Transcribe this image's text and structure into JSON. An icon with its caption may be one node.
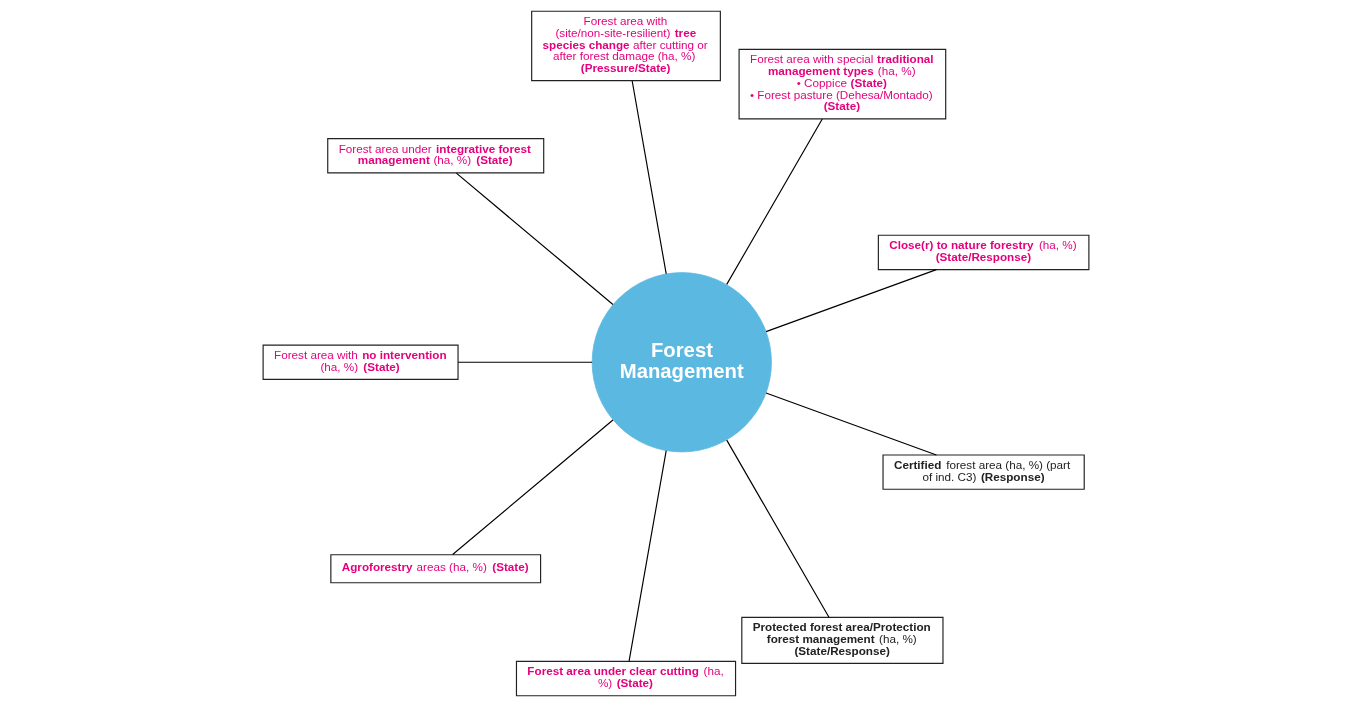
{
  "diagram": {
    "nodes": [
      {
        "text": [
          "**Close(r) to nature forestry** (ha, %) **(State/Response)**"
        ]
      },
      {
        "text": [
          "Forest area with special **traditional management types** (ha, %)",
          "• Coppice **(State)**",
          "• Forest pasture (Dehesa/Montado) **(State)**"
        ]
      },
      {
        "text": [
          "Forest area with (site/non-site-resilient) **tree species change** after cutting or after forest damage (ha, %) **(Pressure/State)**"
        ]
      },
      {
        "text": [
          "Forest area under **integrative forest management** (ha, %) **(State)**"
        ]
      },
      {
        "text": [
          "Forest area with **no intervention** (ha, %) **(State)**"
        ]
      },
      {
        "text": [
          "Forest Management"
        ]
      },
      {
        "text": [
          "**Agroforestry** areas (ha, %) **(State)**"
        ]
      },
      {
        "text": [
          "**Forest area under clear cutting** (ha, %) **(State)**"
        ]
      },
      {
        "text": [
          "**Protected forest area/Protection forest management** (ha, %) **(State/Response)**"
        ]
      },
      {
        "text": [
          "**Certified** forest area (ha, %) (part of ind. C3) **(Response)**"
        ]
      }
    ],
    "edges": [
      {
        "from": 5,
        "to": 0,
        "arrow": "none"
      },
      {
        "from": 5,
        "to": 2,
        "arrow": "none"
      },
      {
        "from": 5,
        "to": 4,
        "arrow": "none"
      },
      {
        "from": 5,
        "to": 7,
        "arrow": "none"
      },
      {
        "from": 5,
        "to": 9,
        "arrow": "none"
      },
      {
        "from": 5,
        "to": 8,
        "arrow": "none"
      },
      {
        "from": 5,
        "to": 6,
        "arrow": "none"
      },
      {
        "from": 5,
        "to": 3,
        "arrow": "none"
      },
      {
        "from": 5,
        "to": 1,
        "arrow": "none"
      }
    ]
  }
}
